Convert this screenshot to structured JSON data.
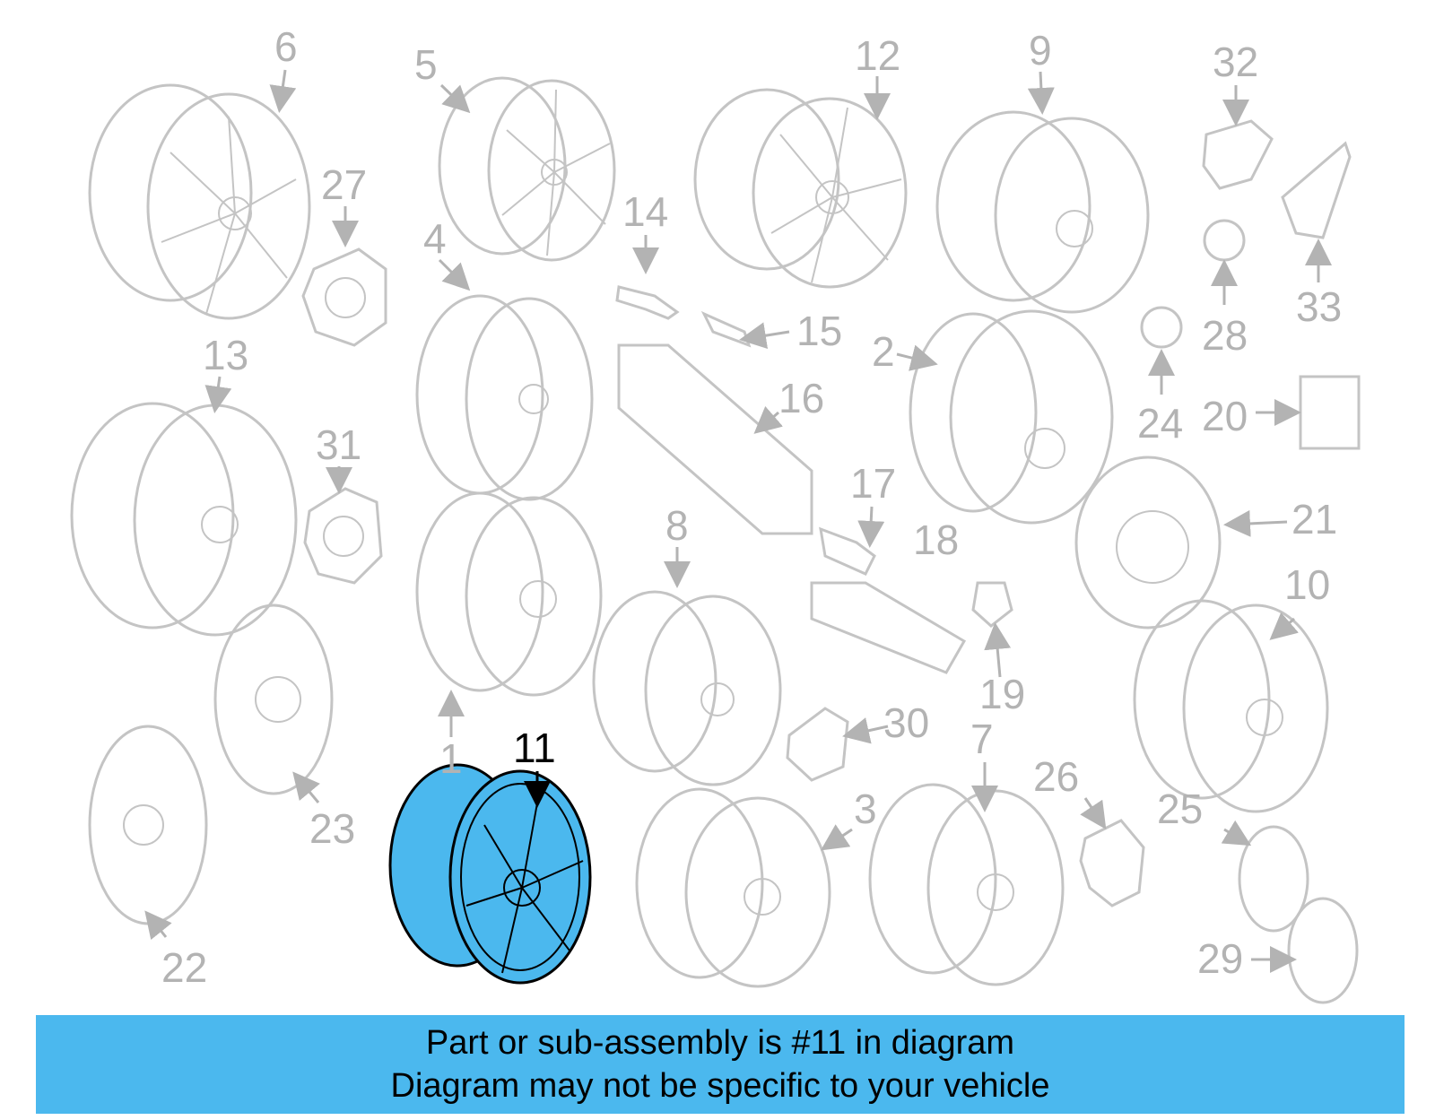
{
  "callouts": {
    "c6": "6",
    "c5": "5",
    "c12": "12",
    "c9": "9",
    "c32": "32",
    "c27": "27",
    "c14": "14",
    "c4": "4",
    "c15": "15",
    "c33": "33",
    "c28": "28",
    "c13": "13",
    "c2": "2",
    "c16": "16",
    "c31": "31",
    "c24": "24",
    "c20": "20",
    "c17": "17",
    "c18": "18",
    "c21": "21",
    "c8": "8",
    "c10": "10",
    "c19": "19",
    "c30": "30",
    "c1": "1",
    "c11": "11",
    "c7": "7",
    "c26": "26",
    "c3": "3",
    "c23": "23",
    "c25": "25",
    "c22": "22",
    "c29": "29"
  },
  "highlighted_part": "11",
  "colors": {
    "highlight": "#4bb8ee",
    "ghost": "#c4c4c4",
    "banner": "#4bb8ee"
  },
  "banner": {
    "line1": "Part or sub-assembly is #11 in diagram",
    "line2": "Diagram may not be specific to your vehicle"
  }
}
